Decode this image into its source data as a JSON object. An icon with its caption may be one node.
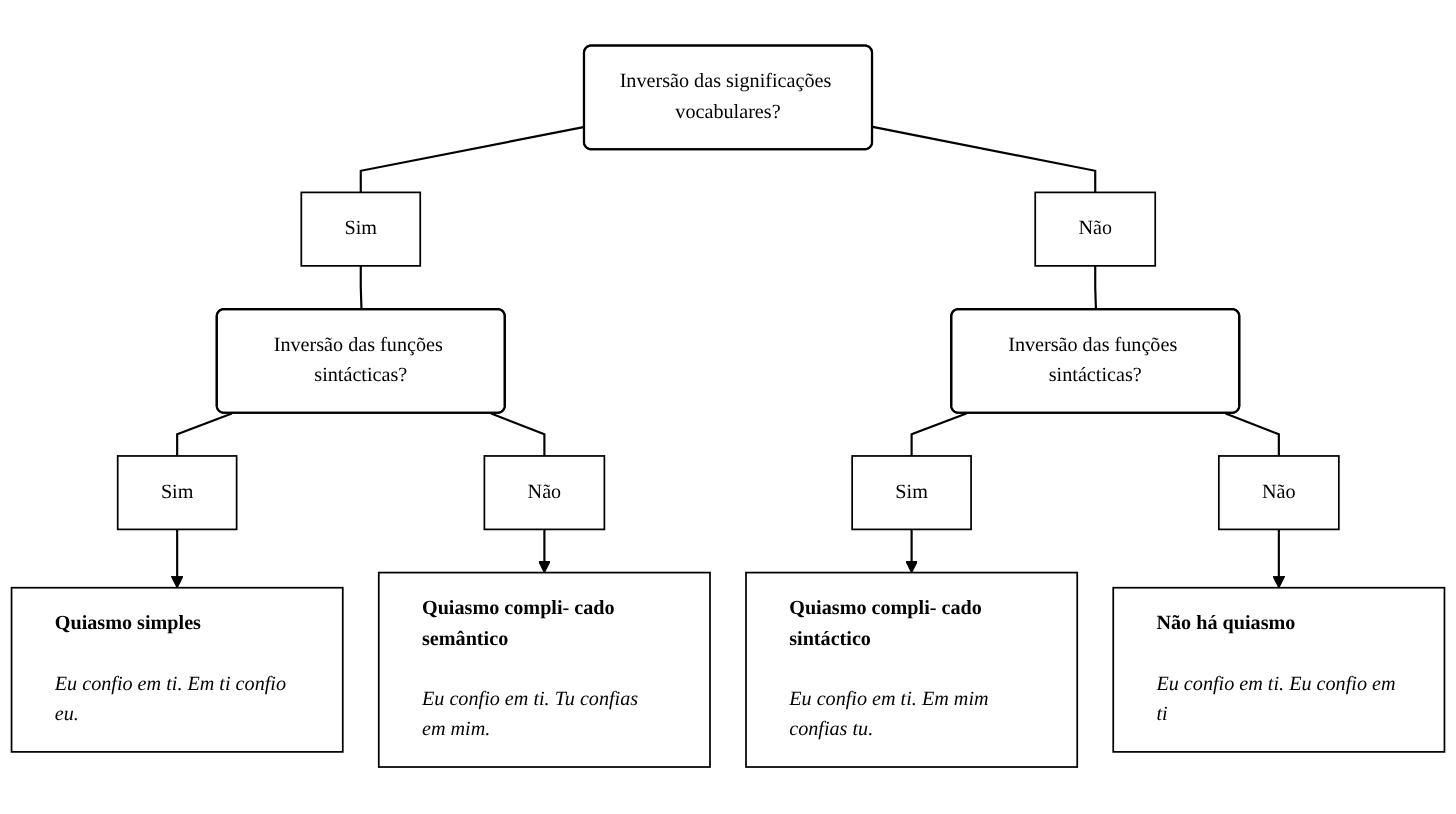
{
  "diagram": {
    "nodes": [
      {
        "text": [
          "Inversão das significações vocabulares?"
        ]
      },
      {
        "text": [
          "Sim"
        ]
      },
      {
        "text": [
          "Não"
        ]
      },
      {
        "text": [
          "Inversão das funções sintácticas?"
        ]
      },
      {
        "text": [
          "Inversão das funções sintácticas?"
        ]
      },
      {
        "text": [
          "Sim"
        ]
      },
      {
        "text": [
          "Não"
        ]
      },
      {
        "text": [
          "Sim"
        ]
      },
      {
        "text": [
          "Não"
        ]
      },
      {
        "text": [
          "Quiasmo simples",
          "Eu confio em ti. Em ti confio eu."
        ]
      },
      {
        "text": [
          "Quiasmo compli- cado semântico",
          "Eu confio em ti. Tu confias em mim."
        ]
      },
      {
        "text": [
          "Quiasmo compli- cado sintáctico",
          "Eu confio em ti. Em mim confias tu."
        ]
      },
      {
        "text": [
          "Não há quiasmo",
          "Eu confio em ti. Eu confio em ti"
        ]
      }
    ],
    "edges": [
      {
        "from": 0,
        "to": 1,
        "arrow": "none"
      },
      {
        "from": 0,
        "to": 2,
        "arrow": "none"
      },
      {
        "from": 1,
        "to": 3,
        "arrow": "none"
      },
      {
        "from": 2,
        "to": 4,
        "arrow": "none"
      },
      {
        "from": 3,
        "to": 5,
        "arrow": "none"
      },
      {
        "from": 3,
        "to": 6,
        "arrow": "none"
      },
      {
        "from": 4,
        "to": 7,
        "arrow": "none"
      },
      {
        "from": 4,
        "to": 8,
        "arrow": "none"
      },
      {
        "from": 5,
        "to": 9,
        "arrow": "to"
      },
      {
        "from": 6,
        "to": 10,
        "arrow": "to"
      },
      {
        "from": 7,
        "to": 11,
        "arrow": "to"
      },
      {
        "from": 8,
        "to": 12,
        "arrow": "to"
      }
    ]
  }
}
